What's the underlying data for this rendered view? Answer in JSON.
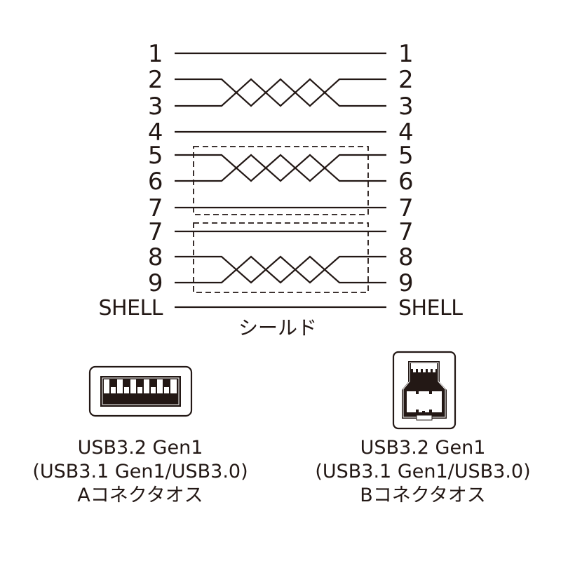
{
  "diagram": {
    "type": "usb-cable-wiring",
    "stroke_color": "#231815",
    "background": "#ffffff",
    "pins_left": [
      "1",
      "2",
      "3",
      "4",
      "5",
      "6",
      "7",
      "7",
      "8",
      "9",
      "SHELL"
    ],
    "pins_right": [
      "1",
      "2",
      "3",
      "4",
      "5",
      "6",
      "7",
      "7",
      "8",
      "9",
      "SHELL"
    ],
    "twisted_pairs": [
      [
        "2",
        "3"
      ],
      [
        "5",
        "6"
      ],
      [
        "8",
        "9"
      ]
    ],
    "shielded_groups": [
      [
        "5",
        "6",
        "7"
      ],
      [
        "7",
        "8",
        "9"
      ]
    ],
    "shield_label": "シールド"
  },
  "connectors": {
    "a": {
      "icon": "usb-a-connector-icon",
      "line1": "USB3.2 Gen1",
      "line2": "(USB3.1 Gen1/USB3.0)",
      "line3": "Aコネクタオス"
    },
    "b": {
      "icon": "usb-b-connector-icon",
      "line1": "USB3.2 Gen1",
      "line2": "(USB3.1 Gen1/USB3.0)",
      "line3": "Bコネクタオス"
    }
  }
}
